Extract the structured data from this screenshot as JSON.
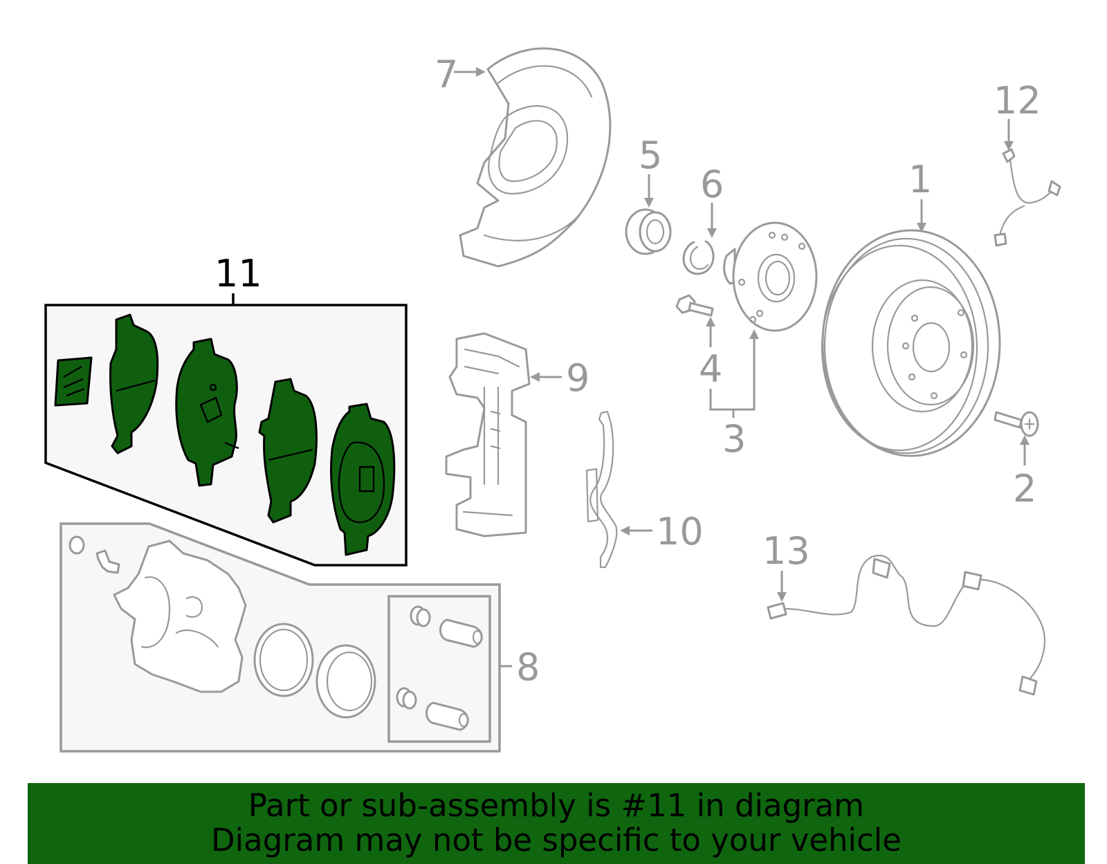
{
  "callouts": {
    "c1": "1",
    "c2": "2",
    "c3": "3",
    "c4": "4",
    "c5": "5",
    "c6": "6",
    "c7": "7",
    "c8": "8",
    "c9": "9",
    "c10": "10",
    "c11": "11",
    "c12": "12",
    "c13": "13"
  },
  "banner": {
    "line1": "Part or sub-assembly is #11 in diagram",
    "line2": "Diagram may not be specific to your vehicle"
  },
  "highlighted_part": "11",
  "colors": {
    "highlight": "#0f5f0f",
    "banner": "#0f660f",
    "parts_outline": "#999999"
  }
}
